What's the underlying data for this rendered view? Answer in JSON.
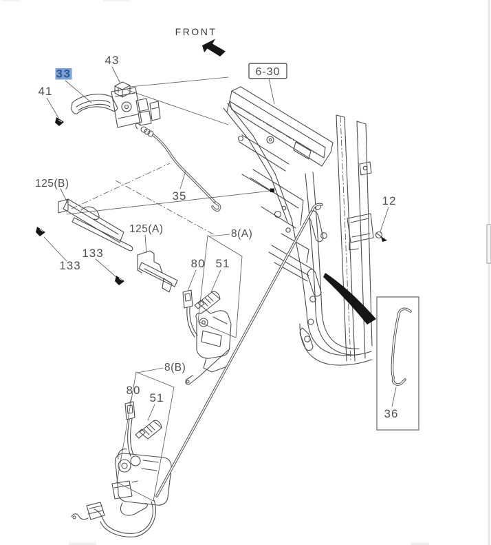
{
  "diagram": {
    "front_indicator": "FRONT",
    "reference_box": "6-30",
    "labels": {
      "l41": "41",
      "l33": "33",
      "l43": "43",
      "l35": "35",
      "l125b": "125(B)",
      "l133_left": "133",
      "l133_right": "133",
      "l125a": "125(A)",
      "l8a": "8(A)",
      "l80_a": "80",
      "l51_a": "51",
      "l8b": "8(B)",
      "l80_b": "80",
      "l51_b": "51",
      "l12": "12",
      "l36": "36"
    },
    "highlight": {
      "selected_label": "33",
      "background": "#7ba2d3",
      "text_color": "#2f5596"
    },
    "colors": {
      "line": "#4a4a4a",
      "label_text": "#4f4f4f",
      "solid_black": "#161616"
    }
  }
}
